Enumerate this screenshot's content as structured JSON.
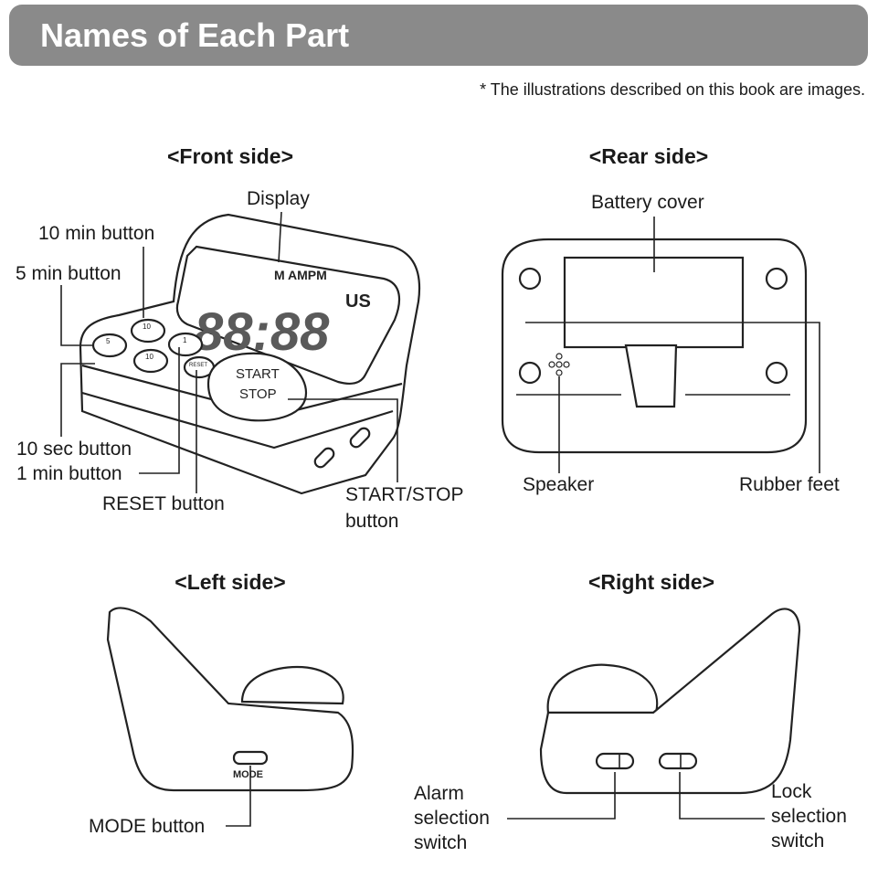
{
  "header": {
    "title": "Names of Each Part"
  },
  "note": "* The illustrations described on this book are images.",
  "sections": {
    "front": {
      "title": "<Front side>",
      "labels": {
        "display": "Display",
        "ten_min": "10 min button",
        "five_min": "5 min button",
        "ten_sec": "10 sec button",
        "one_min": "1 min button",
        "reset": "RESET button",
        "start_stop_1": "START/STOP",
        "start_stop_2": "button"
      }
    },
    "rear": {
      "title": "<Rear side>",
      "labels": {
        "battery": "Battery cover",
        "speaker": "Speaker",
        "feet": "Rubber feet"
      }
    },
    "left": {
      "title": "<Left side>",
      "labels": {
        "mode": "MODE button"
      }
    },
    "right": {
      "title": "<Right side>",
      "labels": {
        "alarm_1": "Alarm",
        "alarm_2": "selection",
        "alarm_3": "switch",
        "lock_1": "Lock",
        "lock_2": "selection",
        "lock_3": "switch"
      }
    }
  },
  "device_text": {
    "display_digits": "88:88",
    "indicators": "M AMPM",
    "indicator_us": "US",
    "start": "START",
    "stop": "STOP",
    "btn_5": "5",
    "btn_10": "10",
    "btn_1": "1",
    "btn_reset": "RESET",
    "mode": "MODE"
  }
}
